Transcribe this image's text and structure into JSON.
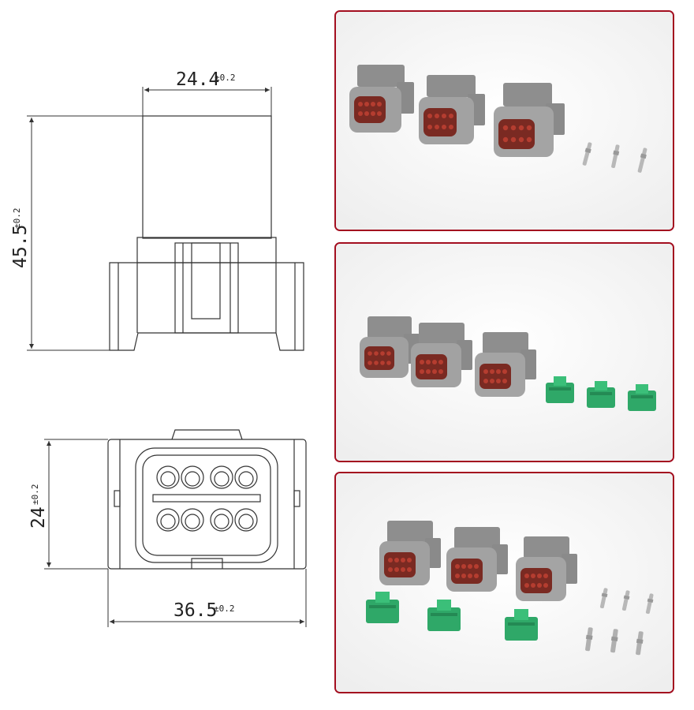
{
  "dimensions": {
    "top_width": {
      "value": "24.4",
      "tolerance": "±0.2"
    },
    "side_height": {
      "value": "45.5",
      "tolerance": "±0.2"
    },
    "front_height": {
      "value": "24",
      "tolerance": "±0.2"
    },
    "front_width": {
      "value": "36.5",
      "tolerance": "±0.2"
    }
  },
  "colors": {
    "frame": "#a30e1f",
    "housing_grey": "#9a9a9a",
    "seal_red": "#a8372d",
    "wedge_green": "#2fa868",
    "pin_metal": "#b8b8b8",
    "line": "#333333"
  },
  "panels": [
    {
      "contents": [
        "gray-connector",
        "gray-connector",
        "gray-connector",
        "terminal-pin",
        "terminal-pin",
        "terminal-pin"
      ]
    },
    {
      "contents": [
        "gray-connector",
        "gray-connector",
        "gray-connector",
        "green-wedge-lock",
        "green-wedge-lock",
        "green-wedge-lock"
      ]
    },
    {
      "contents": [
        "gray-connector",
        "gray-connector",
        "gray-connector",
        "green-wedge-lock",
        "green-wedge-lock",
        "green-wedge-lock",
        "terminal-pin",
        "terminal-pin",
        "terminal-pin",
        "terminal-pin",
        "terminal-pin",
        "terminal-pin"
      ]
    }
  ]
}
